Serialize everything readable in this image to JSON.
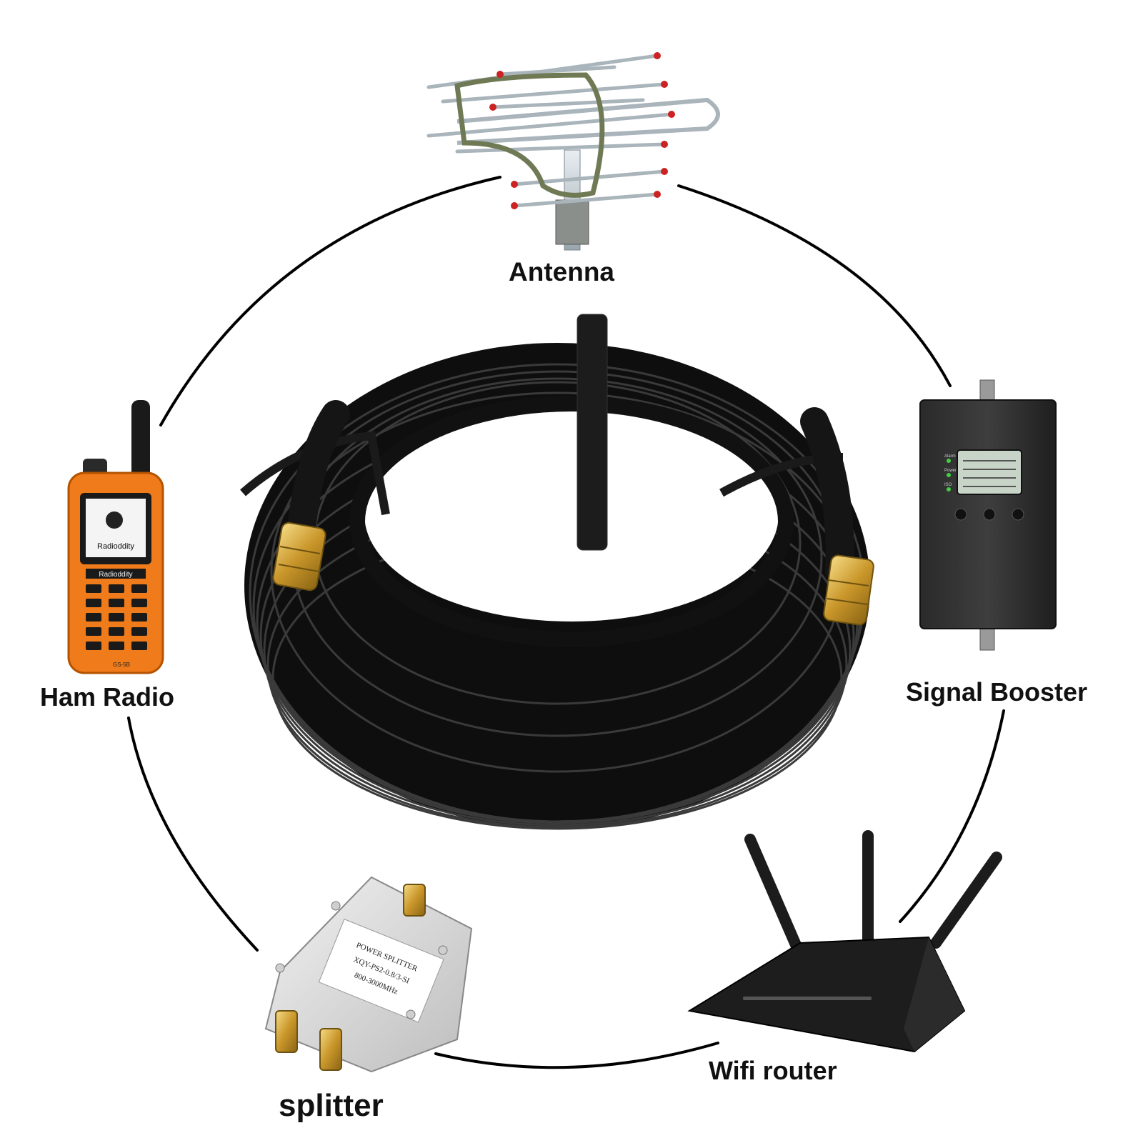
{
  "labels": {
    "antenna": "Antenna",
    "ham_radio": "Ham Radio",
    "signal_booster": "Signal Booster",
    "wifi_router": "Wifi router",
    "splitter": "splitter"
  },
  "device_text": {
    "radio_brand": "Radioddity",
    "radio_model": "GS-5B",
    "splitter_line1": "POWER SPLITTER",
    "splitter_line2": "XQY-PS2-0.8/3-SI",
    "splitter_line3": "800-3000MHz",
    "booster_indicators": [
      "Alarm",
      "Power",
      "ISO"
    ]
  },
  "colors": {
    "cable": "#111111",
    "connector_gold": "#d4a93a",
    "radio_orange": "#f07b1a",
    "antenna_tip_red": "#cc2222",
    "ring_line": "#000000"
  }
}
